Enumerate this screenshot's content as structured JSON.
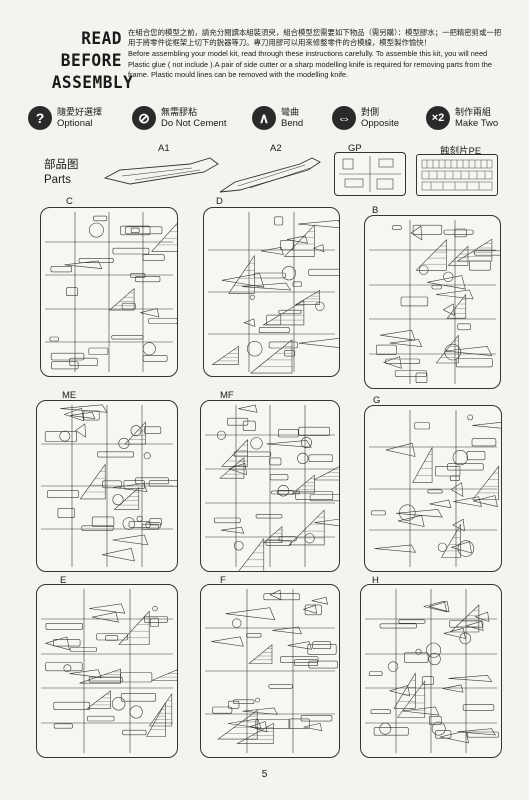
{
  "header": {
    "title_lines": [
      "READ",
      "BEFORE",
      "ASSEMBLY"
    ],
    "intro_cn": "在組合您的模型之前，請充分閱讀本組裝須臾，組合模型您需要如下物品（需另購）：模型膠水；一把精密剪或一把用于將零件從框架上切下的銳器等刀。專刀用膠可以用來修整零件的合模線，模型製作愉快！",
    "intro_en": "Before assembling your model kit, read through these instructions carefully. To assemble this kit, you will need Plastic glue ( not include ).A pair of side cutter or a sharp modelling knife is required for removing parts from the frame. Plastic mould lines can be removed with the modelling knife."
  },
  "legend": [
    {
      "icon": "?",
      "icon_name": "question-icon",
      "cn": "隨愛好選擇",
      "en": "Optional"
    },
    {
      "icon": "⊘",
      "icon_name": "no-glue-icon",
      "cn": "無需膠粘",
      "en": "Do Not Cement"
    },
    {
      "icon": "∧",
      "icon_name": "bend-icon",
      "cn": "彎曲",
      "en": "Bend"
    },
    {
      "icon": "⇔",
      "icon_name": "opposite-icon",
      "cn": "對側",
      "en": "Opposite"
    },
    {
      "icon": "×2",
      "icon_name": "make-two-icon",
      "cn": "制作兩組",
      "en": "Make Two"
    }
  ],
  "parts": {
    "title_cn": "部品图",
    "title_en": "Parts",
    "top_labels": [
      "A1",
      "A2",
      "GP",
      "蝕刻片PE"
    ],
    "sprues": [
      "C",
      "D",
      "B",
      "ME",
      "MF",
      "G",
      "E",
      "F",
      "H"
    ]
  },
  "page_number": "5",
  "colors": {
    "ink": "#1a1a1a",
    "paper": "#f4f3ef",
    "line": "#333333"
  }
}
